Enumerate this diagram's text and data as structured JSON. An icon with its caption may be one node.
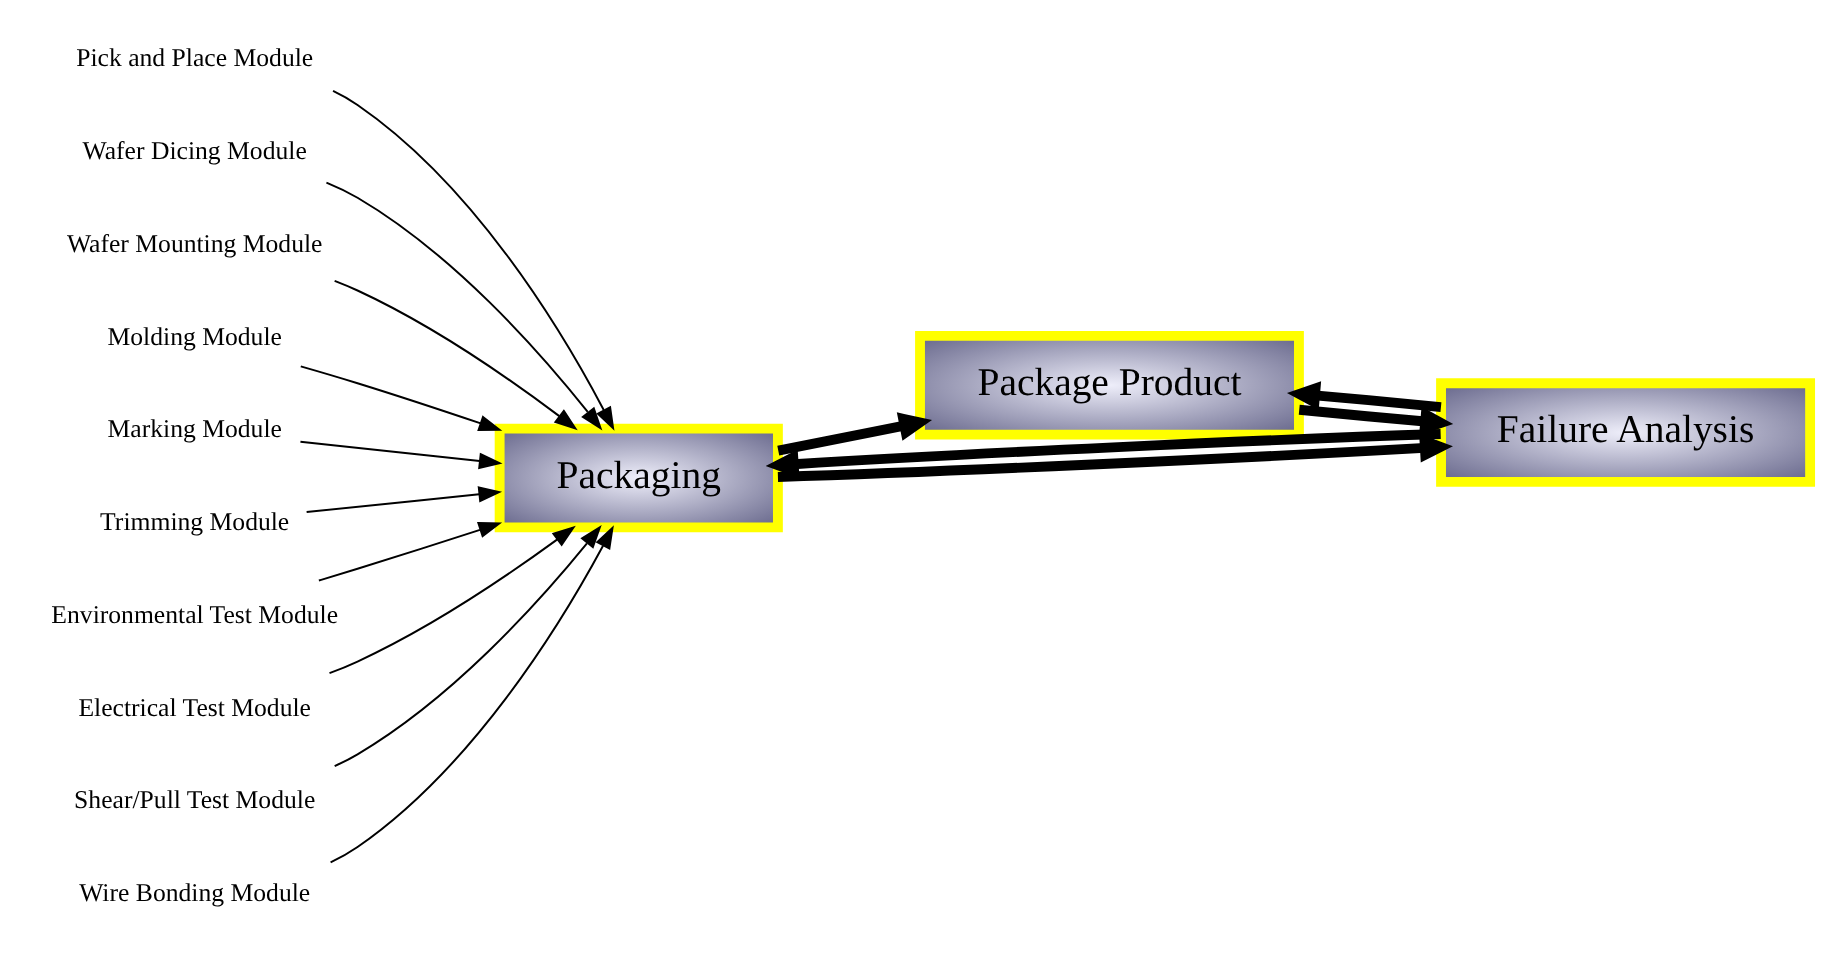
{
  "diagram": {
    "nodes": [
      {
        "text": [
          "Packaging"
        ]
      },
      {
        "text": [
          "Package Product"
        ]
      },
      {
        "text": [
          "Failure Analysis"
        ]
      },
      {
        "text": [
          "Pick and Place Module"
        ]
      },
      {
        "text": [
          "Wafer Dicing Module"
        ]
      },
      {
        "text": [
          "Wafer Mounting Module"
        ]
      },
      {
        "text": [
          "Molding Module"
        ]
      },
      {
        "text": [
          "Marking Module"
        ]
      },
      {
        "text": [
          "Trimming Module"
        ]
      },
      {
        "text": [
          "Environmental Test Module"
        ]
      },
      {
        "text": [
          "Electrical Test Module"
        ]
      },
      {
        "text": [
          "Shear/Pull Test Module"
        ]
      },
      {
        "text": [
          "Wire Bonding Module"
        ]
      }
    ],
    "edges": [
      {
        "from": 3,
        "to": 0,
        "arrow": "to"
      },
      {
        "from": 4,
        "to": 0,
        "arrow": "to"
      },
      {
        "from": 5,
        "to": 0,
        "arrow": "to"
      },
      {
        "from": 6,
        "to": 0,
        "arrow": "to"
      },
      {
        "from": 7,
        "to": 0,
        "arrow": "to"
      },
      {
        "from": 8,
        "to": 0,
        "arrow": "to"
      },
      {
        "from": 9,
        "to": 0,
        "arrow": "to"
      },
      {
        "from": 10,
        "to": 0,
        "arrow": "to"
      },
      {
        "from": 11,
        "to": 0,
        "arrow": "to"
      },
      {
        "from": 12,
        "to": 0,
        "arrow": "to"
      },
      {
        "from": 0,
        "to": 1,
        "arrow": "to",
        "style": "thick"
      },
      {
        "from": 1,
        "to": 2,
        "arrow": "to",
        "style": "thick"
      },
      {
        "from": 2,
        "to": 1,
        "arrow": "to",
        "style": "thick"
      },
      {
        "from": 2,
        "to": 0,
        "arrow": "to",
        "style": "thick"
      },
      {
        "from": 0,
        "to": 2,
        "arrow": "to",
        "style": "thick"
      }
    ]
  }
}
